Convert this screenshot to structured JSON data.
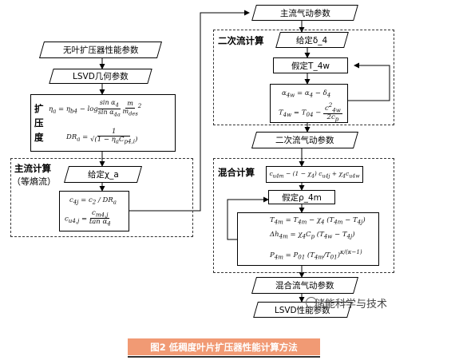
{
  "left": {
    "input_block": "无叶扩压器性能参数",
    "geometry_block": "LSVD几何参数",
    "calc_side_label": "扩压度",
    "formula_eta": "η_a = η_b4 − log( sin α_4 / sin α_4a )( m / m_des )²",
    "formula_dr": "DR_a = 1 / √(1 − η_a C_p4,i)",
    "main_flow_title": "主流计算",
    "main_flow_subtitle": "（等熵流）",
    "given_chi": "给定χ_a",
    "formula_c4j": "c_4j = c_2 / DR_a",
    "formula_cu4j": "c_u4,j = c_m4,j / tan α_4"
  },
  "right": {
    "main_flow_params": "主流气动参数",
    "secondary_title": "二次流计算",
    "given_delta": "给定δ_4",
    "assume_t": "假定T_4w",
    "formula_alpha": "α_4w = α_4 − δ_4",
    "formula_t": "T_4w = T_04 − c²_4w / 2c_p",
    "secondary_params": "二次流气动参数",
    "mixing_title": "混合计算",
    "formula_mix": "c_u4m − (1 − χ_4) c_u4j + χ_4 c_u4w",
    "assume_rho": "假定ρ_4m",
    "formula_tm": "T_4m = T_4m − χ_4 (T_4m − T_4j)",
    "formula_dh": "Δh_4m = χ_4 C_p (T_4w − T_4j)",
    "formula_p": "P_4m = P_01 (T_4m / T_01)^(κ/(κ−1))",
    "mixed_params": "混合流气动参数",
    "output_block": "LSVD性能参数"
  },
  "caption": "图2 低稠度叶片扩压器性能计算方法",
  "watermark": "储能科学与技术"
}
